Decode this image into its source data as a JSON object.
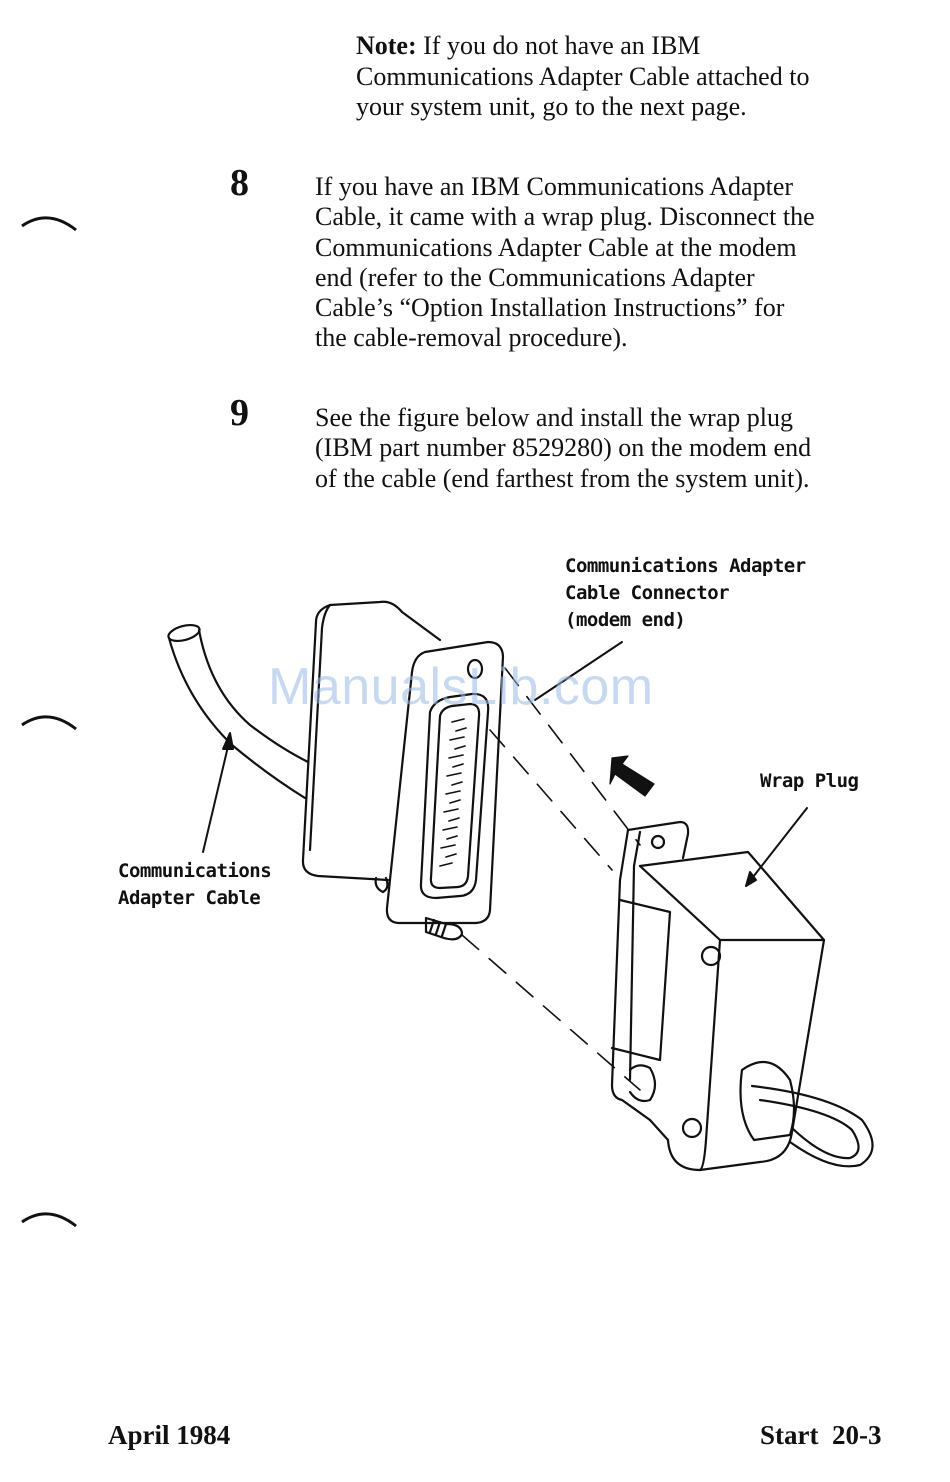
{
  "note": {
    "label": "Note:",
    "lines": [
      " If you do not have an IBM",
      "Communications Adapter Cable attached to",
      "your system unit, go to the next page."
    ]
  },
  "steps": [
    {
      "number": "8",
      "lines": [
        "If you have an IBM Communications Adapter",
        "Cable, it came with a wrap plug.  Disconnect the",
        "Communications Adapter Cable at the modem",
        "end (refer to the Communications Adapter",
        "Cable’s “Option Installation Instructions” for",
        "the cable-removal procedure)."
      ]
    },
    {
      "number": "9",
      "lines": [
        "See the figure below and install the wrap plug",
        "(IBM part number 8529280) on the modem end",
        "of the cable (end farthest from the system unit)."
      ]
    }
  ],
  "figure": {
    "callouts": {
      "connector": [
        "Communications Adapter",
        "Cable Connector",
        "(modem end)"
      ],
      "wrap_plug": [
        "Wrap Plug"
      ],
      "cable": [
        "Communications",
        "Adapter Cable"
      ]
    }
  },
  "watermark": "ManualsLib.com",
  "footer": {
    "date": "April 1984",
    "page": "Start  20-3"
  }
}
